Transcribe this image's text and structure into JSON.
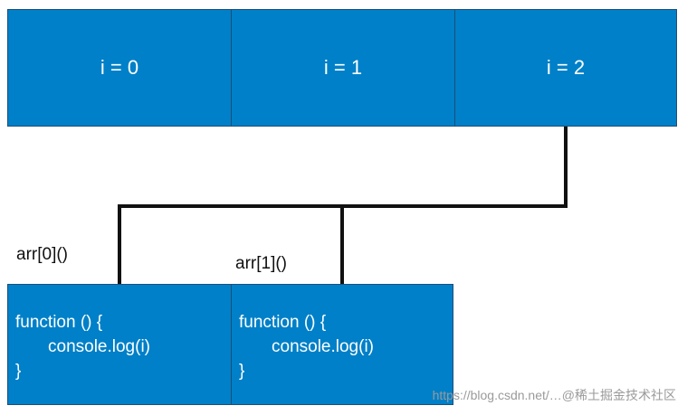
{
  "top_row": {
    "cells": [
      {
        "label": "i = 0"
      },
      {
        "label": "i = 1"
      },
      {
        "label": "i = 2"
      }
    ]
  },
  "calls": [
    {
      "label": "arr[0]()"
    },
    {
      "label": "arr[1]()"
    }
  ],
  "functions": [
    {
      "line1": "function () {",
      "line2": "console.log(i)",
      "line3": "}"
    },
    {
      "line1": "function () {",
      "line2": "console.log(i)",
      "line3": "}"
    }
  ],
  "watermark": "https://blog.csdn.net/…@稀土掘金技术社区",
  "colors": {
    "cell_fill": "#0080c8",
    "cell_border": "#1a4f7a",
    "connector": "#111111",
    "text_on_cell": "#ffffff"
  }
}
